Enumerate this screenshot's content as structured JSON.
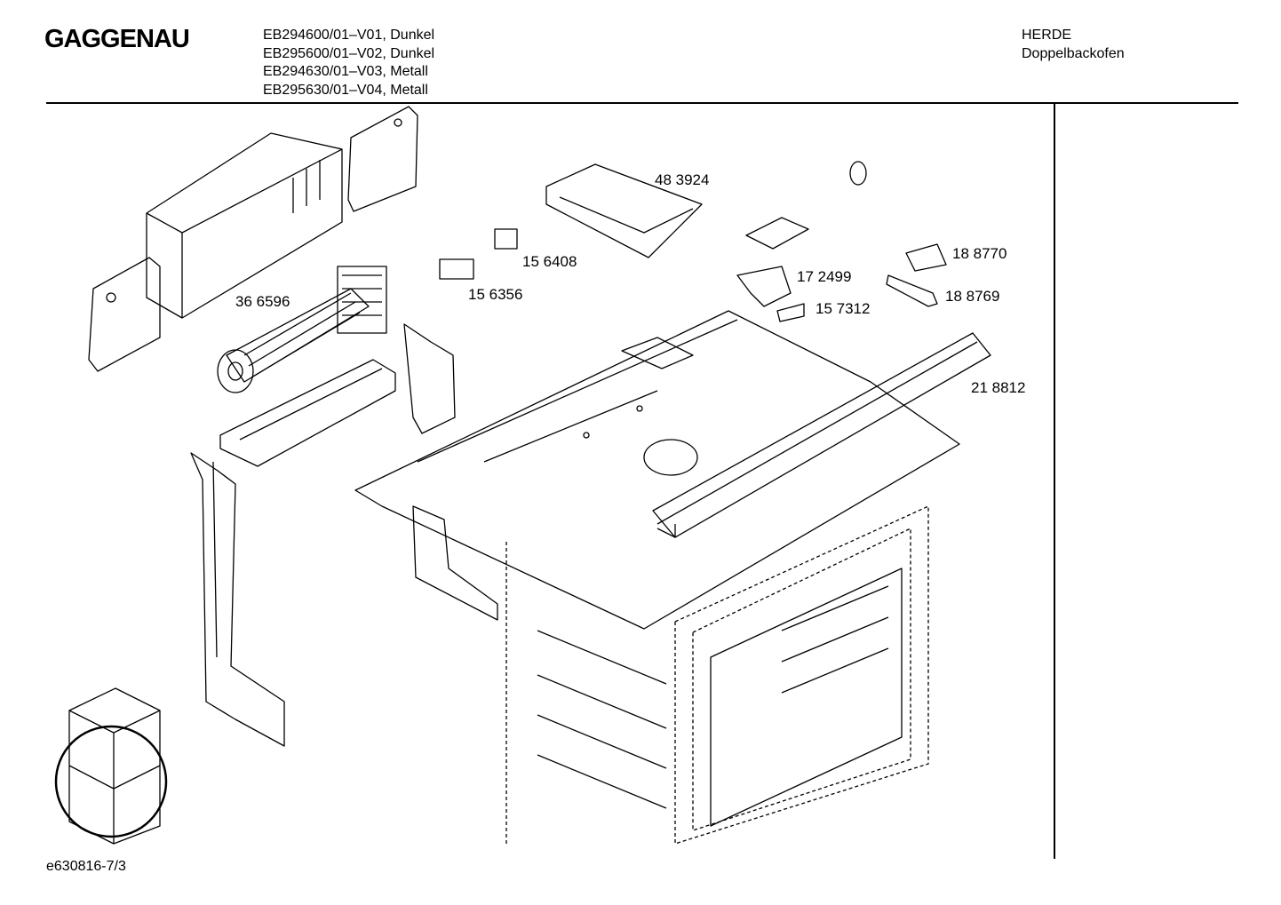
{
  "header": {
    "brand": "GAGGENAU",
    "models": [
      "EB294600/01–V01, Dunkel",
      "EB295600/01–V02, Dunkel",
      "EB294630/01–V03, Metall",
      "EB295630/01–V04, Metall"
    ],
    "category": "HERDE",
    "product": "Doppelbackofen"
  },
  "parts": [
    {
      "id": "fan-motor",
      "label": "36 6596"
    },
    {
      "id": "cover-plate",
      "label": "48 3924"
    },
    {
      "id": "switch-a",
      "label": "15 6408"
    },
    {
      "id": "switch-b",
      "label": "15 6356"
    },
    {
      "id": "bracket",
      "label": "17 2499"
    },
    {
      "id": "sensor",
      "label": "15 7312"
    },
    {
      "id": "microswitch",
      "label": "18 8770"
    },
    {
      "id": "plunger",
      "label": "18 8769"
    },
    {
      "id": "rail",
      "label": "21 8812"
    }
  ],
  "footer": {
    "diagram_id": "e630816-7/3"
  }
}
